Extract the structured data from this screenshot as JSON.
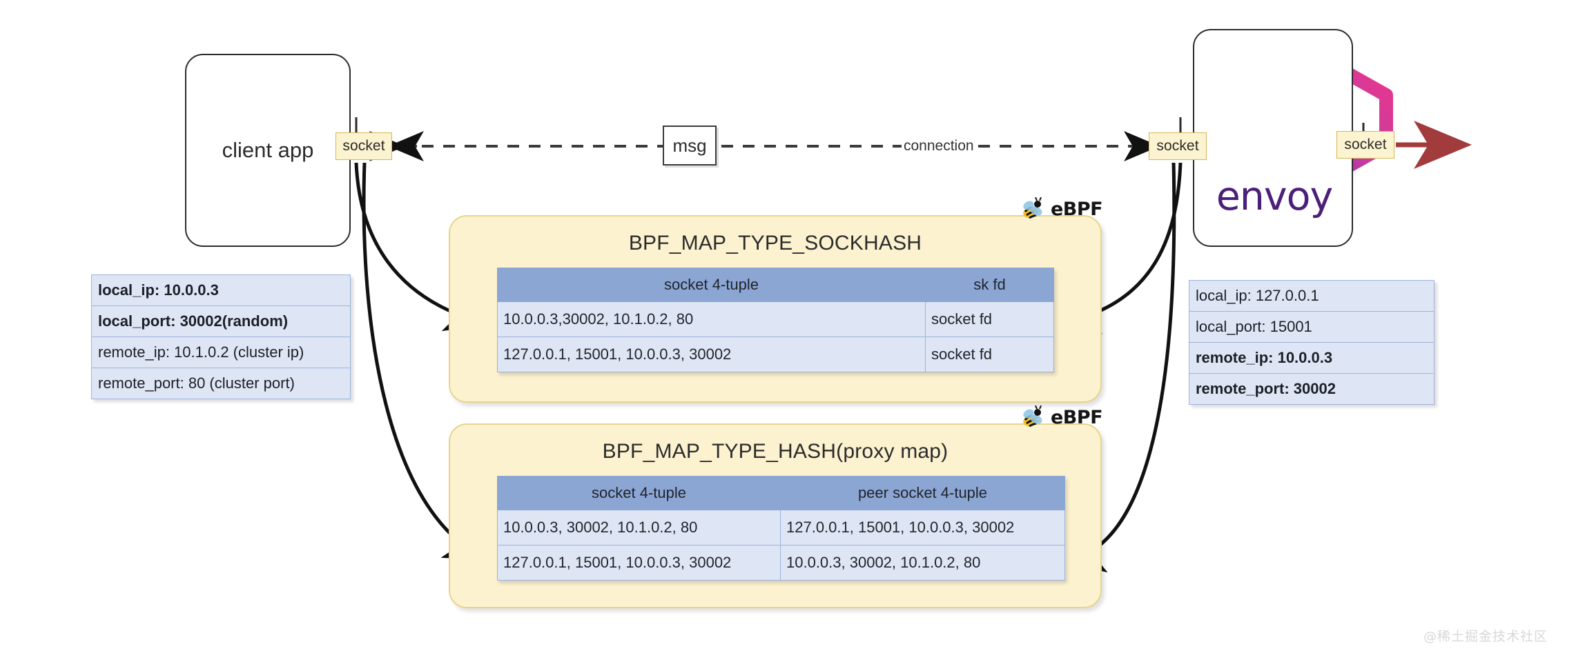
{
  "diagram": {
    "title": "eBPF sockmap acceleration between client app and Envoy sidecar",
    "watermark": "@稀土掘金技术社区"
  },
  "nodes": {
    "client_app": {
      "label": "client app"
    },
    "envoy": {
      "logo_word": "envoy"
    }
  },
  "sockets": {
    "client": "socket",
    "envoy_in": "socket",
    "envoy_out": "socket"
  },
  "link": {
    "msg_label": "msg",
    "connection_label": "connection"
  },
  "client_info": {
    "rows": [
      {
        "text": "local_ip: 10.0.0.3",
        "bold": true
      },
      {
        "text": "local_port: 30002(random)",
        "bold": true
      },
      {
        "text": "remote_ip: 10.1.0.2 (cluster ip)",
        "bold": false
      },
      {
        "text": "remote_port: 80 (cluster port)",
        "bold": false
      }
    ]
  },
  "envoy_info": {
    "rows": [
      {
        "text": "local_ip: 127.0.0.1",
        "bold": false
      },
      {
        "text": "local_port: 15001",
        "bold": false
      },
      {
        "text": "remote_ip: 10.0.0.3",
        "bold": true
      },
      {
        "text": "remote_port: 30002",
        "bold": true
      }
    ]
  },
  "sockhash_map": {
    "badge": "eBPF",
    "title": "BPF_MAP_TYPE_SOCKHASH",
    "headers": [
      "socket 4-tuple",
      "sk fd"
    ],
    "rows": [
      [
        "10.0.0.3,30002, 10.1.0.2, 80",
        "socket fd"
      ],
      [
        "127.0.0.1, 15001, 10.0.0.3, 30002",
        "socket fd"
      ]
    ]
  },
  "proxy_map": {
    "badge": "eBPF",
    "title": "BPF_MAP_TYPE_HASH(proxy map)",
    "headers": [
      "socket 4-tuple",
      "peer socket 4-tuple"
    ],
    "rows": [
      [
        "10.0.0.3, 30002, 10.1.0.2, 80",
        "127.0.0.1, 15001, 10.0.0.3, 30002"
      ],
      [
        "127.0.0.1, 15001, 10.0.0.3, 30002",
        "10.0.0.3, 30002, 10.1.0.2, 80"
      ]
    ]
  },
  "colors": {
    "map_fill": "#FCF2CF",
    "map_stroke": "#E8D48B",
    "socket_fill": "#FCF3D0",
    "socket_stroke": "#D6B656",
    "table_header": "#8CA6D4",
    "table_row": "#DEE6F5",
    "table_border": "#9DB2DA",
    "envoy_purple": "#4B1F7A",
    "envoy_magenta": "#D6359B",
    "outbound_arrow": "#A23B3B"
  }
}
